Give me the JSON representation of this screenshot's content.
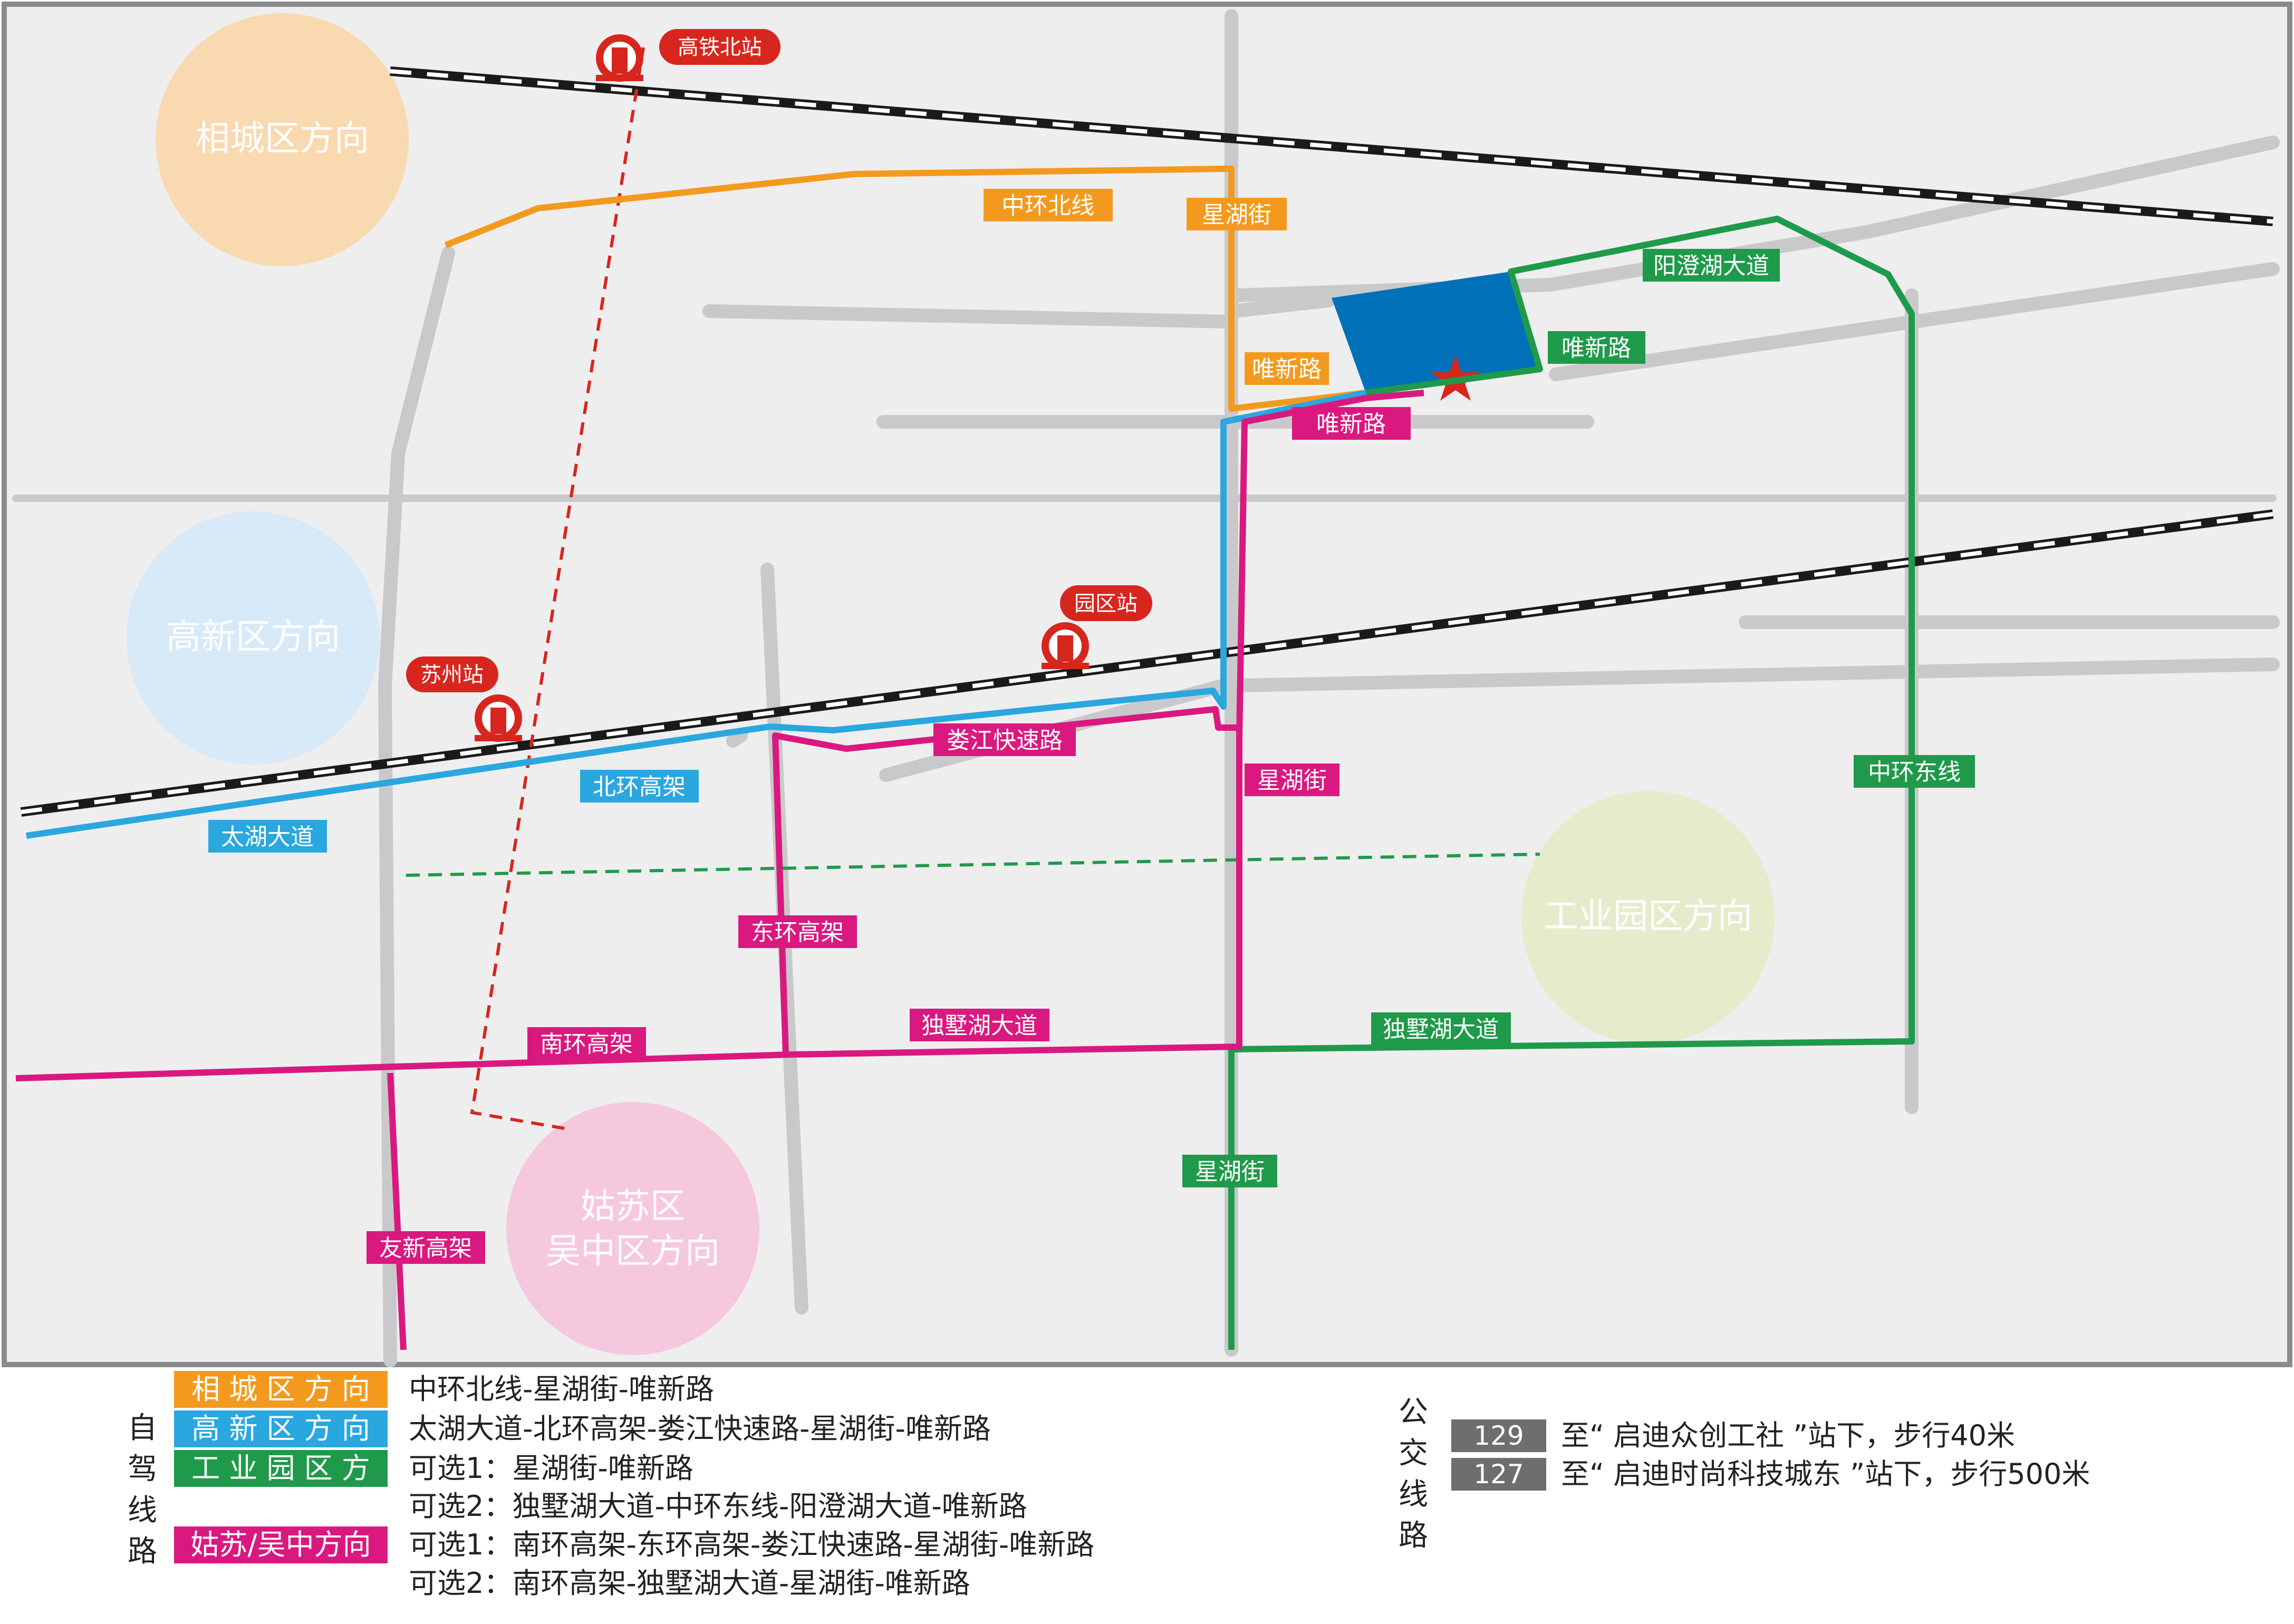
{
  "colors": {
    "orange": "#f39a1e",
    "blue": "#2aa7de",
    "green": "#1f9a4a",
    "magenta": "#d9197f",
    "red": "#d7261e",
    "road": "#c9c9cb",
    "background": "#eeeeef",
    "site": "#0070b8"
  },
  "districts": [
    {
      "label": "相城区方向",
      "color": "#f9d9b0"
    },
    {
      "label": "高新区方向",
      "color": "#d8e9f7"
    },
    {
      "label": "工业园区方向",
      "color": "#e4eccc"
    },
    {
      "label_line1": "姑苏区",
      "label_line2": "吴中区方向",
      "color": "#f6c8dd"
    }
  ],
  "stations": [
    {
      "name": "高铁北站",
      "icon": "railway-station-icon"
    },
    {
      "name": "园区站",
      "icon": "railway-station-icon"
    },
    {
      "name": "苏州站",
      "icon": "railway-station-icon"
    }
  ],
  "road_labels": {
    "zhonghuan_north": "中环北线",
    "xinghu_top": "星湖街",
    "weixin_orange": "唯新路",
    "weixin_green": "唯新路",
    "weixin_magenta": "唯新路",
    "yangchenghu": "阳澄湖大道",
    "taihu": "太湖大道",
    "beihuan": "北环高架",
    "loujiang": "娄江快速路",
    "xinghu_mid": "星湖街",
    "zhonghuan_east": "中环东线",
    "donghuan": "东环高架",
    "nanhuan": "南环高架",
    "dushuhu_magenta": "独墅湖大道",
    "dushuhu_green": "独墅湖大道",
    "xinghu_bottom": "星湖街",
    "youxin": "友新高架"
  },
  "legend": {
    "self_drive_title": [
      "自",
      "驾",
      "线",
      "路"
    ],
    "bus_title": [
      "公",
      "交",
      "线",
      "路"
    ],
    "directions": [
      {
        "label": "相 城 区 方 向",
        "color": "#f39a1e"
      },
      {
        "label": "高 新 区 方 向",
        "color": "#2aa7de"
      },
      {
        "label": "工 业 园 区 方 向",
        "color": "#1f9a4a"
      },
      {
        "label": "姑苏/吴中方向",
        "color": "#d9197f"
      }
    ],
    "routes": [
      "中环北线-星湖街-唯新路",
      "太湖大道-北环高架-娄江快速路-星湖街-唯新路",
      "可选1：星湖街-唯新路",
      "可选2：独墅湖大道-中环东线-阳澄湖大道-唯新路",
      "可选1：南环高架-东环高架-娄江快速路-星湖街-唯新路",
      "可选2：南环高架-独墅湖大道-星湖街-唯新路"
    ],
    "buses": [
      {
        "number": "129",
        "text": "至“ 启迪众创工社 ”站下，步行40米"
      },
      {
        "number": "127",
        "text": "至“ 启迪时尚科技城东 ”站下，步行500米"
      }
    ]
  }
}
